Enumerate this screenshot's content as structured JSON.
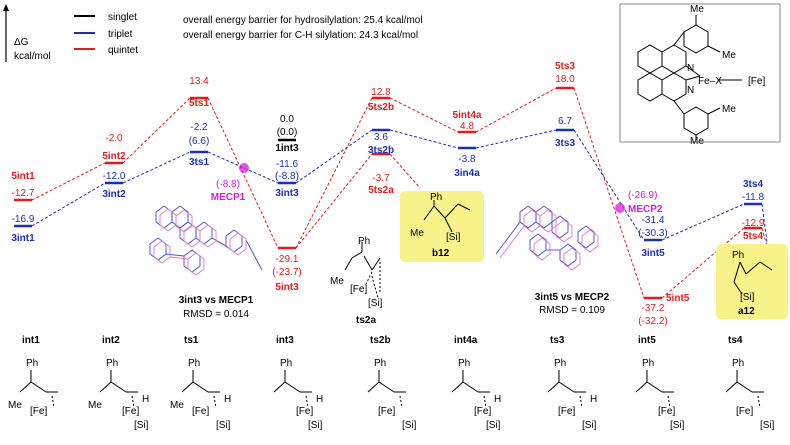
{
  "axis": {
    "line1": "ΔG",
    "line2": "kcal/mol"
  },
  "legend": [
    {
      "label": "singlet",
      "color": "#000000"
    },
    {
      "label": "triplet",
      "color": "#1c2fb5"
    },
    {
      "label": "quintet",
      "color": "#e21c1c"
    }
  ],
  "barriers": {
    "hydrosilylation": "overall energy barrier for hydrosilylation: 25.4 kcal/mol",
    "ch_silylation": "overall energy barrier for C-H silylation: 24.3 kcal/mol"
  },
  "catalyst": {
    "me_top_a": "Me",
    "me_top_b": "Me",
    "fe_x": "Fe–X",
    "fe": "[Fe]",
    "me_bot_a": "Me",
    "me_bot_b": "Me",
    "n1": "N",
    "n2": "N"
  },
  "colors": {
    "singlet": "#000000",
    "triplet": "#1c2fb5",
    "quintet": "#e21c1c",
    "mecp": "#d81bd8",
    "highlight": "#f7f38a"
  },
  "levels": {
    "int1_q": {
      "energy": "-12.7",
      "name": "5int1"
    },
    "int1_t": {
      "energy": "-16.9",
      "name": "3int1"
    },
    "int2_q": {
      "energy": "-2.0",
      "name": "5int2"
    },
    "int2_t": {
      "energy": "-12.0",
      "name": "3int2"
    },
    "ts1_q": {
      "energy": "13.4",
      "name": "5ts1"
    },
    "ts1_t": {
      "energy": "-2.2",
      "energy2": "(6.6)",
      "name": "3ts1"
    },
    "mecp1": {
      "energy": "(-8.8)",
      "name": "MECP1"
    },
    "int3_s": {
      "energy": "0.0",
      "energy2": "(0.0)",
      "name": "1int3"
    },
    "int3_t": {
      "energy": "-11.6",
      "energy2": "(-8.8)",
      "name": "3int3"
    },
    "int3_q": {
      "energy": "-29.1",
      "energy2": "(-23.7)",
      "name": "5int3"
    },
    "ts2b_q": {
      "energy": "12.8",
      "name": "5ts2b"
    },
    "ts2b_t": {
      "energy": "3.6",
      "name": "3ts2b"
    },
    "ts2a_q": {
      "energy": "-3.7",
      "name": "5ts2a"
    },
    "int4a_q": {
      "energy": "4.8",
      "name": "5int4a"
    },
    "int4a_t": {
      "energy": "-3.8",
      "name": "3in4a"
    },
    "ts3_q": {
      "energy": "18.0",
      "name": "5ts3"
    },
    "ts3_t": {
      "energy": "6.7",
      "name": "3ts3"
    },
    "mecp2": {
      "energy": "(-26.9)",
      "name": "MECP2"
    },
    "int5_t": {
      "energy": "-31.4",
      "energy2": "(-30.3)",
      "name": "3int5"
    },
    "int5_q": {
      "energy": "-37.2",
      "energy2": "(-32.2)",
      "name": "5int5"
    },
    "ts4_t": {
      "energy": "-11.8",
      "name": "3ts4"
    },
    "ts4_q": {
      "energy": "-12.9",
      "name": "5ts4"
    }
  },
  "overlays": {
    "left_caption": "3int3 vs MECP1",
    "left_rmsd": "RMSD = 0.014",
    "right_caption": "3int5 vs MECP2",
    "right_rmsd": "RMSD = 0.109"
  },
  "products": {
    "b12": {
      "label": "b12",
      "ph": "Ph",
      "me": "Me",
      "si": "[Si]"
    },
    "a12": {
      "label": "a12",
      "ph": "Ph",
      "si": "[Si]"
    }
  },
  "ts2a_struct": {
    "label": "ts2a",
    "ph": "Ph",
    "me": "Me",
    "fe": "[Fe]",
    "si": "[Si]"
  },
  "bottom_row": [
    {
      "name": "int1",
      "ph": "Ph",
      "me": "Me",
      "fe": "[Fe]",
      "h": "",
      "si": ""
    },
    {
      "name": "int2",
      "ph": "Ph",
      "me": "Me",
      "fe": "[Fe]",
      "h": "H",
      "si": "[Si]"
    },
    {
      "name": "ts1",
      "ph": "Ph",
      "me": "Me",
      "fe": "[Fe]",
      "h": "H",
      "si": "[Si]"
    },
    {
      "name": "int3",
      "ph": "Ph",
      "me": "",
      "fe": "[Fe]",
      "h": "H",
      "si": "[Si]"
    },
    {
      "name": "ts2b",
      "ph": "Ph",
      "me": "",
      "fe": "[Fe]",
      "h": "",
      "si": "[Si]"
    },
    {
      "name": "int4a",
      "ph": "Ph",
      "me": "",
      "fe": "[Fe]",
      "h": "H",
      "si": "[Si]"
    },
    {
      "name": "ts3",
      "ph": "Ph",
      "me": "",
      "fe": "[Fe]",
      "h": "H",
      "si": "[Si]"
    },
    {
      "name": "int5",
      "ph": "Ph",
      "me": "",
      "fe": "[Fe]",
      "h": "",
      "si": "[Si]"
    },
    {
      "name": "ts4",
      "ph": "Ph",
      "me": "",
      "fe": "[Fe]",
      "h": "",
      "si": "[Si]"
    }
  ]
}
